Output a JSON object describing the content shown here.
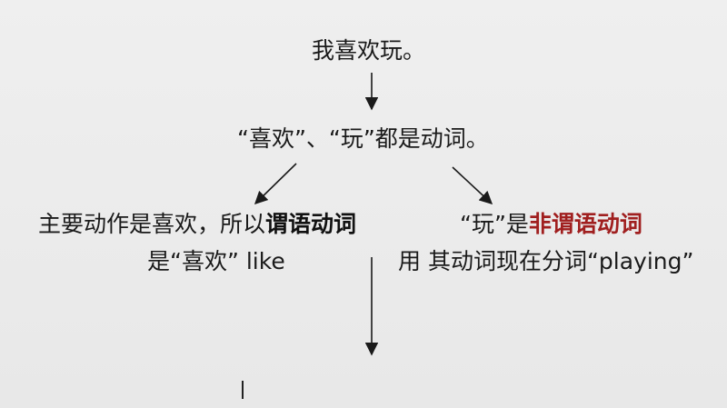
{
  "top_sentence": "我喜欢玩。",
  "middle_sentence": "“喜欢”、“玩”都是动词。",
  "left_branch": {
    "line1_prefix": "主要动作是喜欢，所以",
    "line1_emphasis": "谓语动词",
    "line2": "是“喜欢” like"
  },
  "right_branch": {
    "line1_prefix": "“玩”是",
    "line1_emphasis": "非谓语动词",
    "line2": "用 其动词现在分词“playing”"
  },
  "colors": {
    "background": "#ebebeb",
    "text": "#1a1a1a",
    "emphasis_red": "#a01f1f"
  }
}
